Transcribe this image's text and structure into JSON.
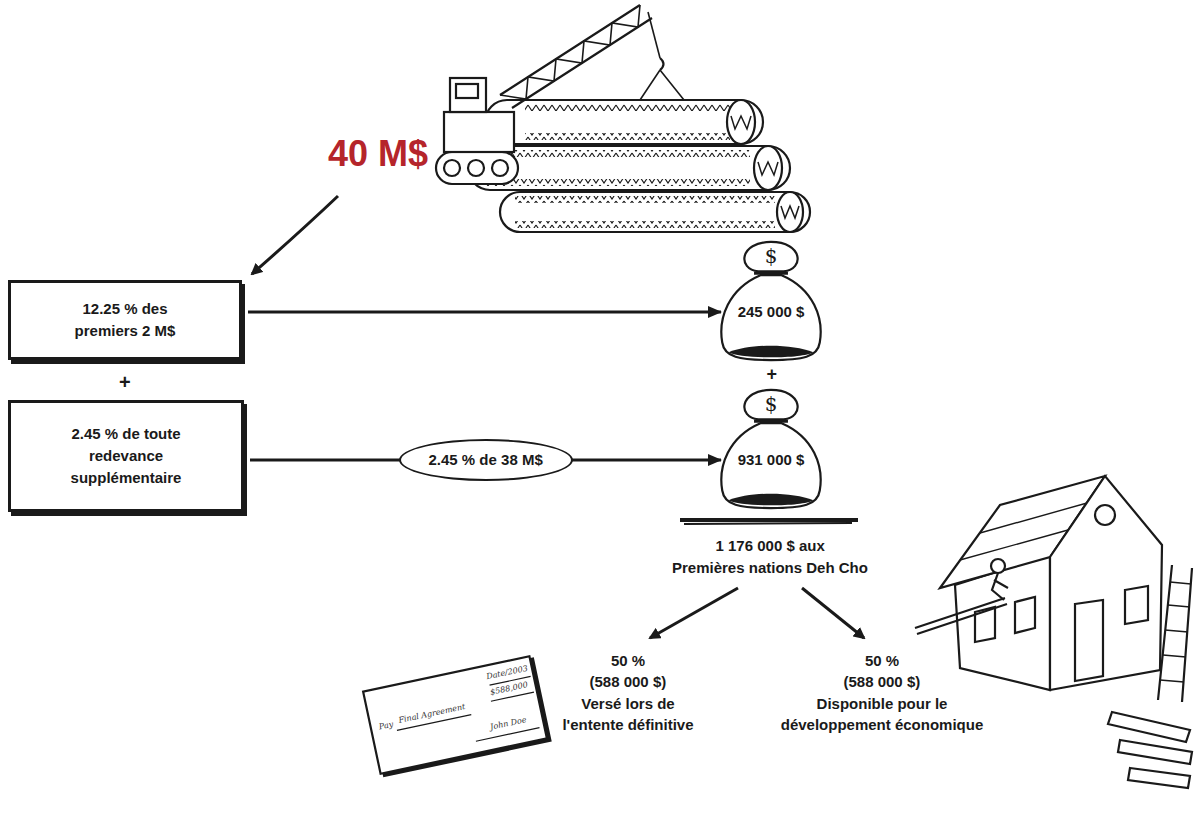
{
  "diagram": {
    "nodes": [
      {
        "text": [
          "12.25 % des premiers 2 M$"
        ]
      },
      {
        "text": [
          "$",
          "245 000 $"
        ]
      },
      {
        "text": [
          "2.45 % de toute redevance supplémentaire"
        ]
      },
      {
        "text": [
          "$",
          "931 000 $"
        ]
      }
    ],
    "edges": [
      {
        "from": 0,
        "to": 1,
        "arrow": "to"
      },
      {
        "from": 2,
        "to": 3,
        "label": "2.45 % de 38 M$",
        "arrow": "to"
      }
    ],
    "labels": [
      "40 M$",
      "+",
      "+",
      "1 176 000 $ aux",
      "Premières nations Deh Cho",
      "50 %",
      "(588 000 $)",
      "Versé lors de l'entente définitive",
      "50 %",
      "(588 000 $)",
      "Disponible pour le développement économique",
      "Date/2003",
      "Pay",
      "Final Agreement",
      "$588,000",
      "John Doe"
    ]
  }
}
